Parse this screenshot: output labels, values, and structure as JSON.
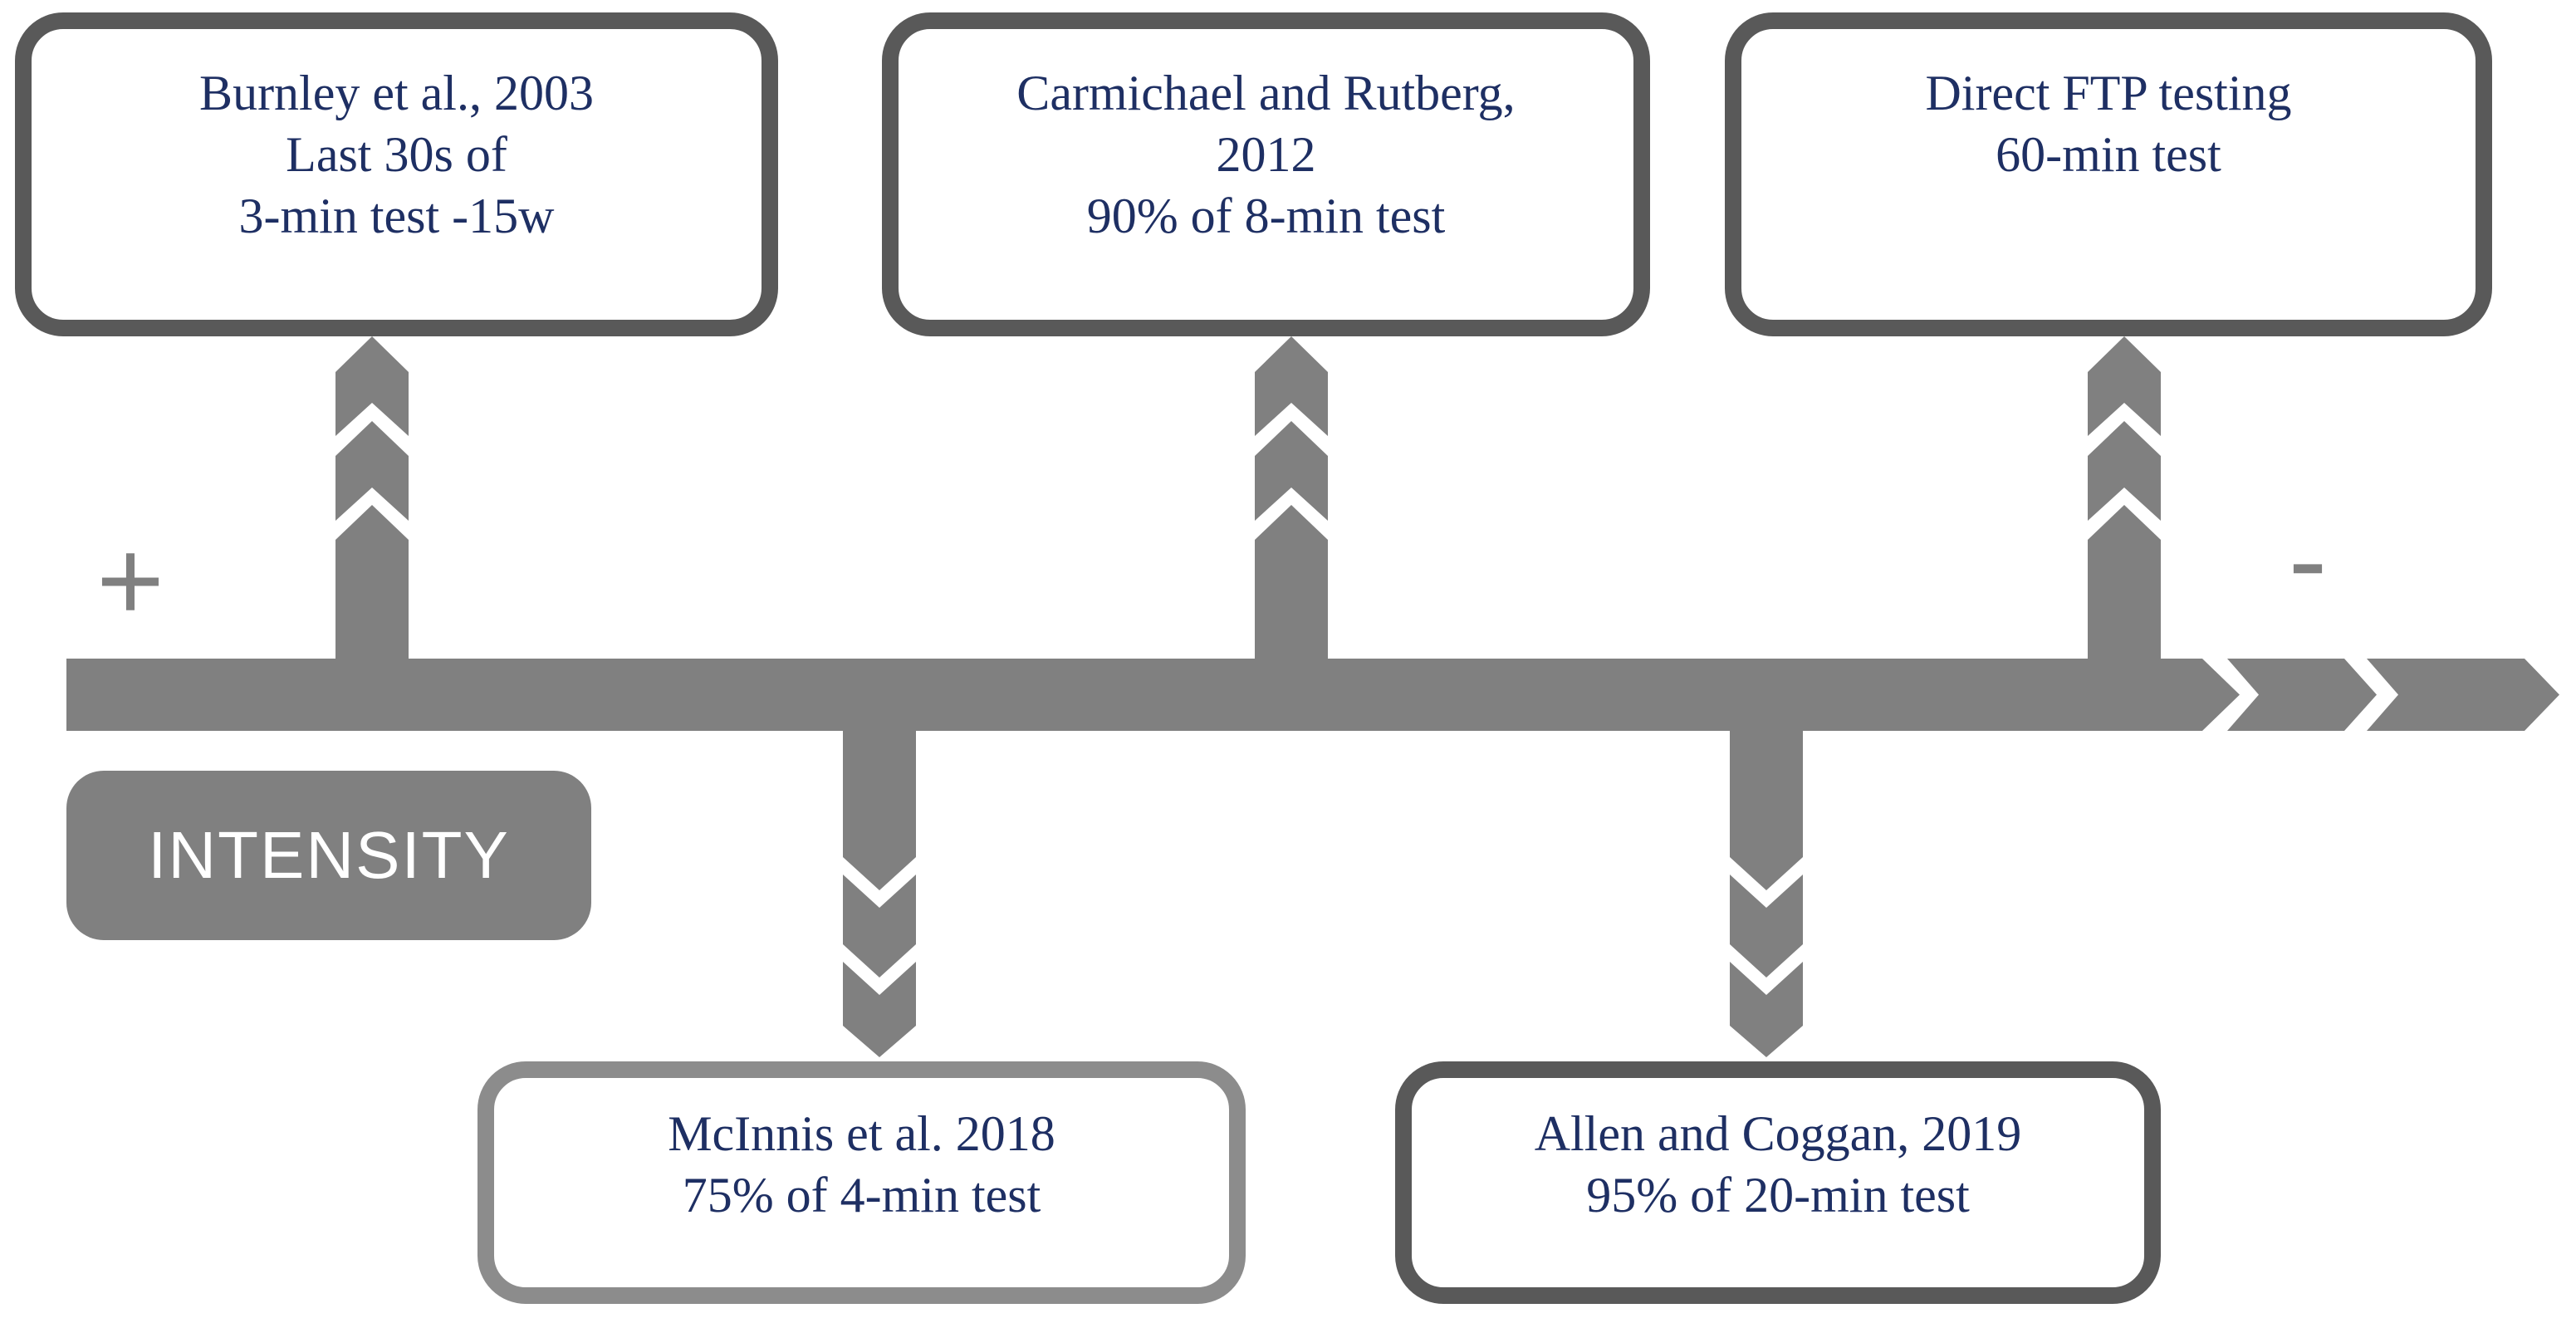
{
  "colors": {
    "arrow_gray": "#808080",
    "dark_border_gray": "#595959",
    "light_border_gray": "#8c8c8c",
    "box_text_navy": "#1e2f63",
    "intensity_label_white": "#ffffff",
    "background": "#ffffff"
  },
  "top_boxes": [
    {
      "lines": [
        "Burnley et al., 2003",
        "Last 30s of",
        "3-min test -15w"
      ]
    },
    {
      "lines": [
        "Carmichael and Rutberg,",
        "2012",
        "90% of 8-min test"
      ]
    },
    {
      "lines": [
        "Direct FTP testing",
        "60-min test"
      ]
    }
  ],
  "bottom_boxes": [
    {
      "lines": [
        "McInnis et al. 2018",
        "75% of 4-min test"
      ]
    },
    {
      "lines": [
        "Allen and Coggan, 2019",
        "95% of 20-min test"
      ]
    }
  ],
  "intensity": {
    "label": "INTENSITY"
  },
  "axis_signs": {
    "plus": "+",
    "minus": "-"
  }
}
